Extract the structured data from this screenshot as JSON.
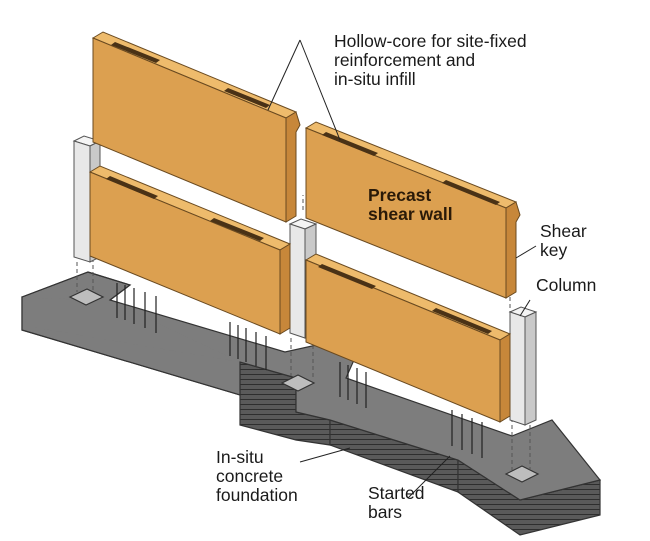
{
  "labels": {
    "hollow_core": [
      "Hollow-core for site-fixed",
      "reinforcement and",
      "in-situ infill"
    ],
    "precast": [
      "Precast",
      "shear wall"
    ],
    "shear_key": [
      "Shear",
      "key"
    ],
    "column": "Column",
    "foundation": [
      "In-situ",
      "concrete",
      "foundation"
    ],
    "started_bars": [
      "Started",
      "bars"
    ]
  },
  "colors": {
    "panel_face": "#dca050",
    "panel_top": "#eebb6c",
    "panel_edge": "#c7873a",
    "slot": "#4a3216",
    "column": "#e9e9e9",
    "column_side": "#c9c9c9",
    "foundation_top": "#7b7b7b",
    "foundation_side": "#535353",
    "outline": "#333333"
  }
}
